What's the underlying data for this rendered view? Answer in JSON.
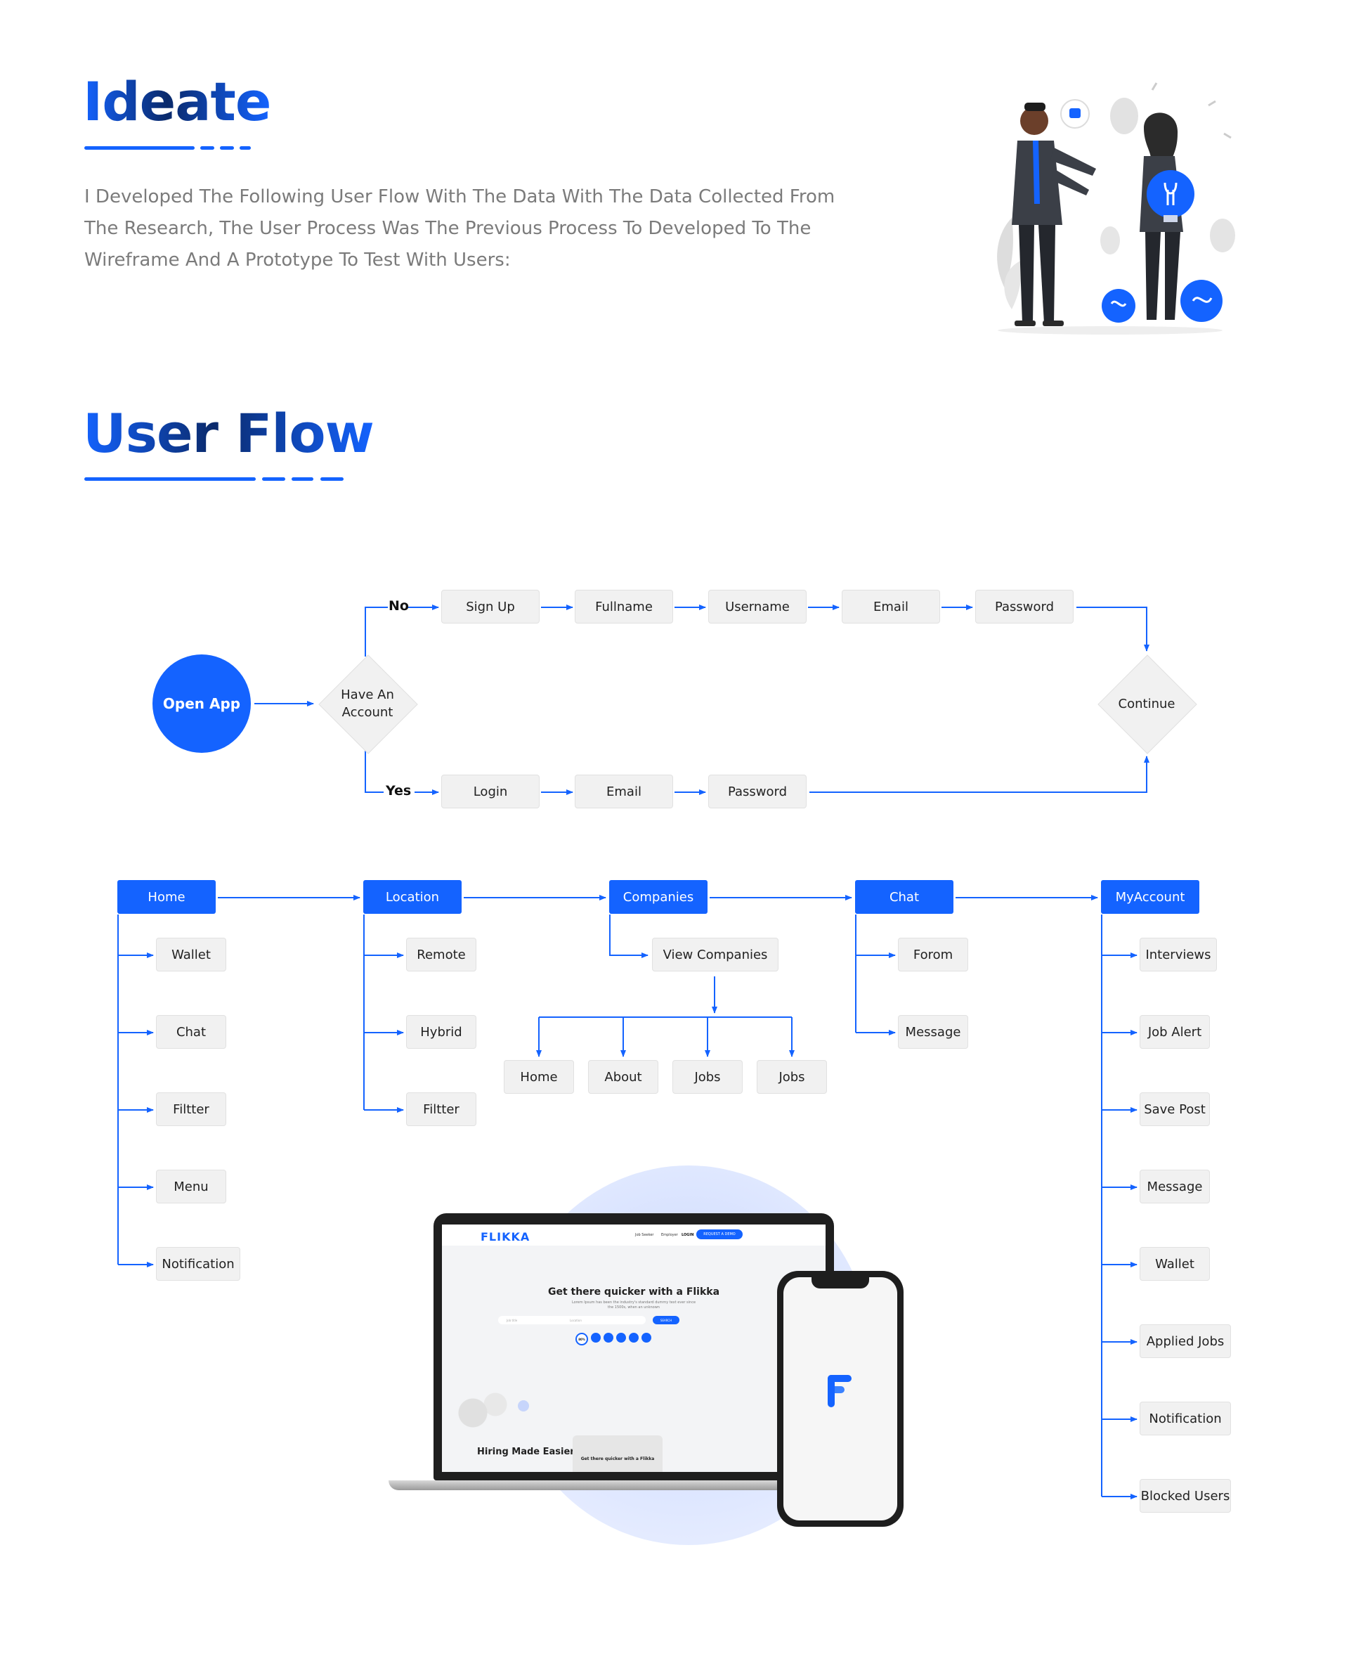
{
  "ideate": {
    "title": "Ideate",
    "paragraph": "I Developed The Following User Flow With The Data With The Data Collected From The Research, The User Process Was The Previous Process To Developed To The Wireframe And A Prototype To Test With Users:"
  },
  "user_flow": {
    "title": "User Flow"
  },
  "auth_flow": {
    "start": "Open App",
    "decision": "Have An Account",
    "no_label": "No",
    "yes_label": "Yes",
    "signup_steps": [
      "Sign Up",
      "Fullname",
      "Username",
      "Email",
      "Password"
    ],
    "login_steps": [
      "Login",
      "Email",
      "Password"
    ],
    "end": "Continue"
  },
  "nav_flow": {
    "home": {
      "label": "Home",
      "children": [
        "Wallet",
        "Chat",
        "Filtter",
        "Menu",
        "Notification"
      ]
    },
    "location": {
      "label": "Location",
      "children": [
        "Remote",
        "Hybrid",
        "Filtter"
      ]
    },
    "companies": {
      "label": "Companies",
      "child": "View Companies",
      "grandchildren": [
        "Home",
        "About",
        "Jobs",
        "Jobs"
      ]
    },
    "chat": {
      "label": "Chat",
      "children": [
        "Forom",
        "Message"
      ]
    },
    "myaccount": {
      "label": "MyAccount",
      "children": [
        "Interviews",
        "Job Alert",
        "Save Post",
        "Message",
        "Wallet",
        "Applied Jobs",
        "Notification",
        "Blocked Users"
      ]
    }
  },
  "mockup": {
    "logo": "FLIKKA",
    "nav": [
      "Job Seeker",
      "Employer",
      "LOGIN"
    ],
    "cta": "REQUEST A DEMO",
    "hero_title": "Get there quicker with a Flikka",
    "hero_sub": "Lorem Ipsum has been the industry's standard dummy text ever since the 1500s, when an unknown",
    "search_placeholder_1": "Job title",
    "search_placeholder_2": "Location",
    "search_button": "SEARCH",
    "stat": "80%",
    "section_title": "Hiring Made Easier",
    "card_title": "Get there quicker with a Flikka"
  },
  "colors": {
    "accent": "#1463ff",
    "box_bg": "#f1f1f1",
    "text_muted": "#7b7b7b"
  }
}
